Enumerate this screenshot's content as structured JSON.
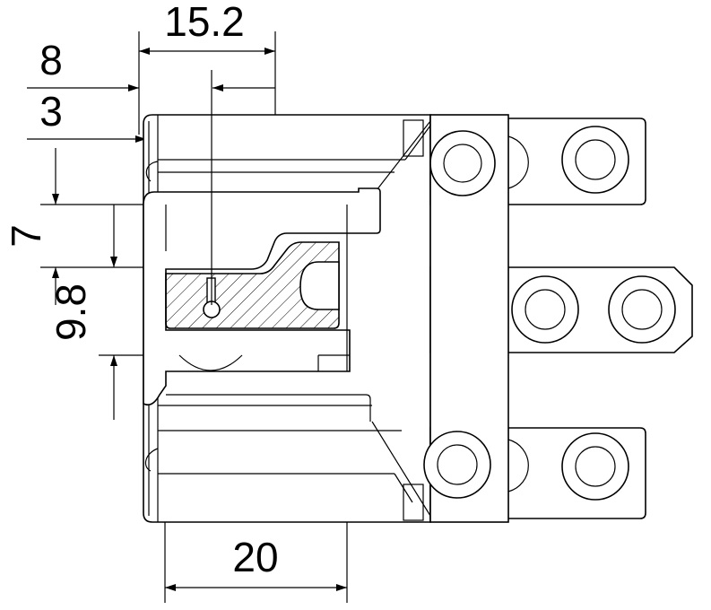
{
  "dimensions": {
    "top_width": "15.2",
    "offset_upper": "8",
    "offset_lower": "3",
    "vertical_gap": "7",
    "vertical_height": "9.8",
    "bottom_width": "20"
  }
}
